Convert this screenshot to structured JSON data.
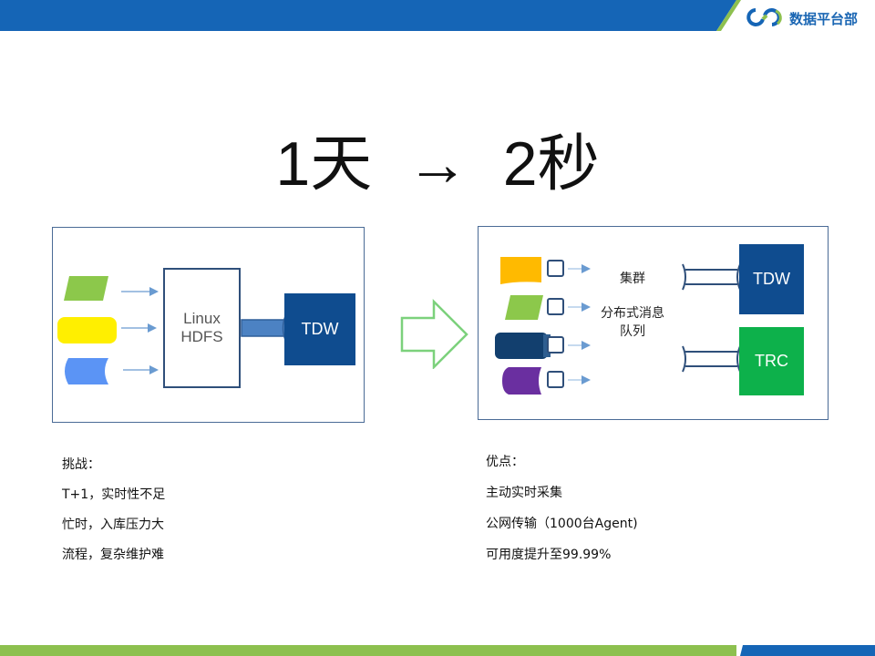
{
  "header": {
    "logo_icon": "infinity-loop-icon",
    "logo_text": "数据平台部",
    "colors": {
      "blue": "#1565b6",
      "green": "#8dc04f"
    }
  },
  "headline": "1天  →  2秒",
  "left_diagram": {
    "sources": [
      {
        "shape": "parallelogram",
        "color": "#8cc84b"
      },
      {
        "shape": "rounded-cylinder",
        "color": "#ffef00"
      },
      {
        "shape": "tape",
        "color": "#5b94f5"
      }
    ],
    "storage_label": "Linux\nHDFS",
    "target_label": "TDW",
    "target_color": "#0f4c8f"
  },
  "transition_arrow": {
    "icon": "hollow-right-arrow-icon",
    "color": "#7cd17c"
  },
  "right_diagram": {
    "sources": [
      {
        "shape": "card",
        "color": "#ffba00"
      },
      {
        "shape": "parallelogram",
        "color": "#8cc84b"
      },
      {
        "shape": "cylinder",
        "color": "#123f6e"
      },
      {
        "shape": "tape",
        "color": "#6a2fa0"
      }
    ],
    "queue_label_line1": "集群",
    "queue_label_line2": "分布式消息队列",
    "targets": [
      {
        "label": "TDW",
        "color": "#0f4c8f"
      },
      {
        "label": "TRC",
        "color": "#0db14b"
      }
    ]
  },
  "challenges": {
    "title": "挑战：",
    "items": [
      "T+1，实时性不足",
      "忙时，入库压力大",
      "流程，复杂维护难"
    ]
  },
  "advantages": {
    "title": "优点：",
    "items": [
      "主动实时采集",
      "公网传输（1000台Agent)",
      "可用度提升至99.99%"
    ]
  }
}
